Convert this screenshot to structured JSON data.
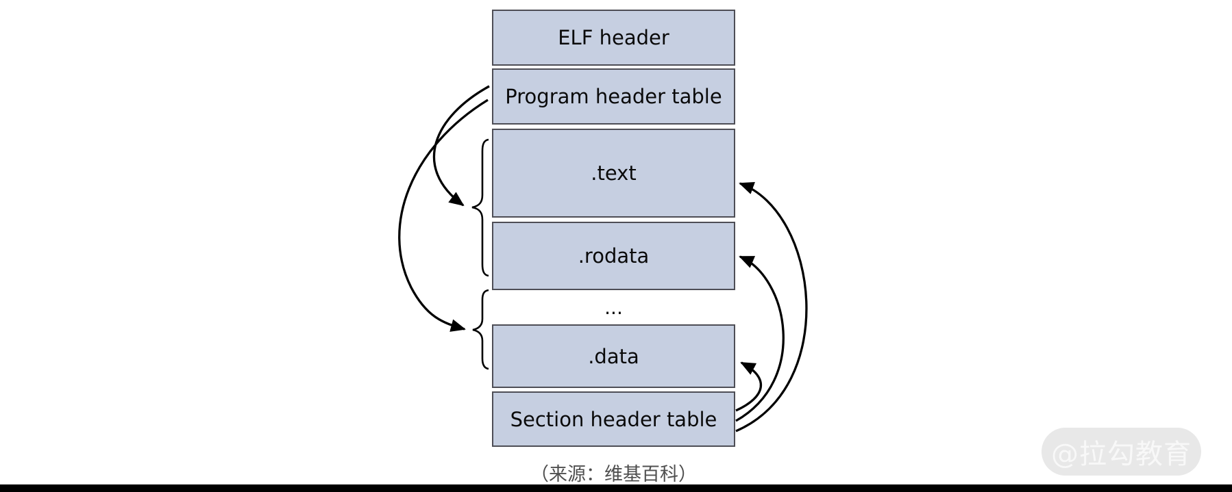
{
  "diagram": {
    "boxes": [
      {
        "id": "elf-header",
        "label": "ELF header"
      },
      {
        "id": "program-header-table",
        "label": "Program header table"
      },
      {
        "id": "text-section",
        "label": ".text"
      },
      {
        "id": "rodata-section",
        "label": ".rodata"
      },
      {
        "id": "ellipsis",
        "label": "..."
      },
      {
        "id": "data-section",
        "label": ".data"
      },
      {
        "id": "section-header-table",
        "label": "Section header table"
      }
    ],
    "arrows": [
      {
        "from": "program-header-table",
        "to": "brace group (.text + .rodata)",
        "side": "left"
      },
      {
        "from": "program-header-table",
        "to": "brace group (... + .data)",
        "side": "left"
      },
      {
        "from": "section-header-table",
        "to": "text-section",
        "side": "right"
      },
      {
        "from": "section-header-table",
        "to": "rodata-section",
        "side": "right"
      },
      {
        "from": "section-header-table",
        "to": "data-section",
        "side": "right"
      }
    ],
    "colors": {
      "box_fill": "#c6cfe1",
      "box_border": "#4d4d55",
      "arrow": "#000000"
    }
  },
  "caption": {
    "text": "（来源：维基百科）",
    "color": "#4f4f4f"
  },
  "watermark": {
    "text": "@拉勾教育",
    "pill_color": "#e8e8e8",
    "text_color": "#f8f8f8"
  },
  "footer_bar_color": "#000000"
}
